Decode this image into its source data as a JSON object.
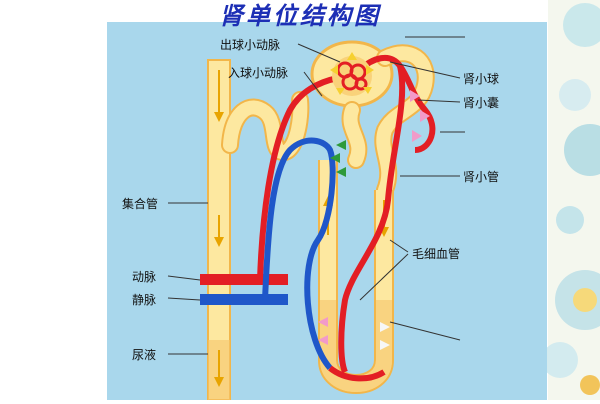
{
  "title": "肾单位结构图",
  "labels": {
    "efferent_arteriole": "出球小动脉",
    "afferent_arteriole": "入球小动脉",
    "glomerulus": "肾小球",
    "bowman_capsule": "肾小囊",
    "renal_tubule": "肾小管",
    "collecting_duct": "集合管",
    "capillary": "毛细血管",
    "artery": "动脉",
    "vein": "静脉",
    "urine": "尿液"
  },
  "colors": {
    "panel": "#a9d7ec",
    "tubule": "#fde8a0",
    "tubule_edge": "#f2b64a",
    "artery": "#e31e24",
    "vein": "#1f57c9",
    "flow_arrow": "#e8a400",
    "title": "#1d2fb5"
  }
}
